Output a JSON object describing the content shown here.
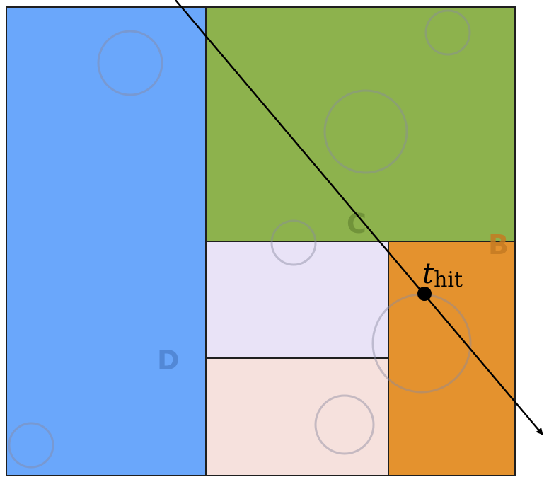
{
  "diagram": {
    "regions": [
      {
        "id": "D",
        "label": "D",
        "color": "#6aa7fb"
      },
      {
        "id": "C",
        "label": "C",
        "color": "#8db24d"
      },
      {
        "id": "B",
        "label": "B",
        "color": "#e4922e"
      },
      {
        "id": "mid",
        "label": "",
        "color": "#e9e3f7"
      },
      {
        "id": "low",
        "label": "",
        "color": "#f6e1dd"
      }
    ],
    "hit_point": {
      "symbol": "t",
      "subscript": "hit",
      "color": "#000000"
    },
    "ray_color": "#000000",
    "circle_color": "#9a9a9a",
    "border_color": "#1f1f1f"
  }
}
